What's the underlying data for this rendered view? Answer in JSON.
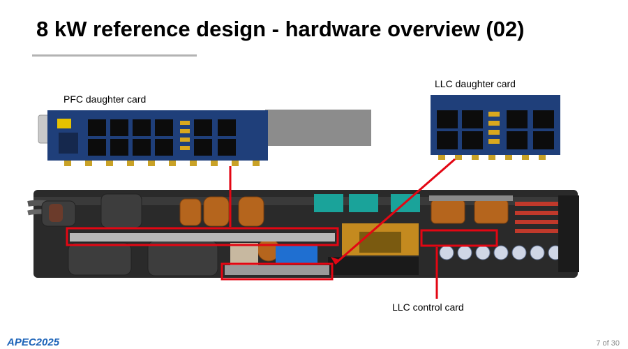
{
  "slide": {
    "title": "8 kW reference design - hardware overview (02)",
    "page_number": "7 of 30"
  },
  "labels": {
    "pfc_card": "PFC daughter card",
    "llc_card": "LLC daughter card",
    "llc_control": "LLC control card"
  },
  "footer": {
    "logo_text": "APEC2025"
  },
  "colors": {
    "pcb_blue": "#1f3f7a",
    "highlight_red": "#e30613",
    "logo_blue": "#1c63b8"
  }
}
